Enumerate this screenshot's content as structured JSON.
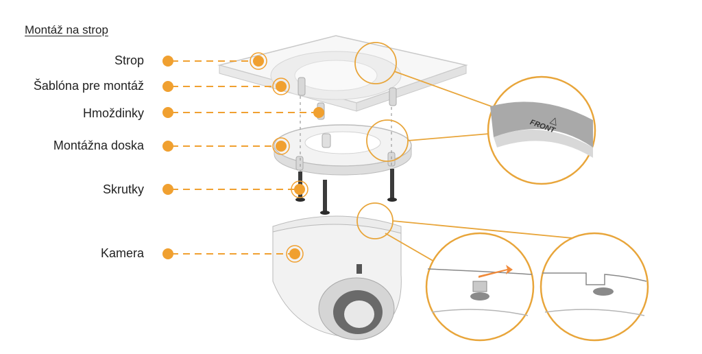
{
  "title": "Montáž na strop",
  "labels": [
    {
      "key": "strop",
      "text": "Strop"
    },
    {
      "key": "sablona",
      "text": "Šablóna pre montáž"
    },
    {
      "key": "hmozdinky",
      "text": "Hmoždinky"
    },
    {
      "key": "doska",
      "text": "Montážna doska"
    },
    {
      "key": "skrutky",
      "text": "Skrutky"
    },
    {
      "key": "kamera",
      "text": "Kamera"
    }
  ],
  "callout": {
    "front_text": "FRONT",
    "front_symbol": "△"
  },
  "colors": {
    "accent": "#F0A030",
    "outline": "#E8A53A",
    "gray": "#9a9a9a"
  }
}
